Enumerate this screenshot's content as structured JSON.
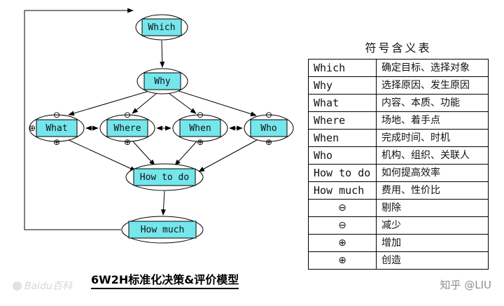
{
  "caption": "6W2H标准化决策&评价模型",
  "watermarks": {
    "left": "Baidu百科",
    "right": "知乎 @LIU"
  },
  "colors": {
    "node_fill": "#74E6EC",
    "line": "#000000"
  },
  "symbols": {
    "minus": "⊖",
    "plus": "⊕"
  },
  "nodes": {
    "which": "Which",
    "why": "Why",
    "what": "What",
    "where": "Where",
    "when": "When",
    "who": "Who",
    "how_to_do": "How to do",
    "how_much": "How much"
  },
  "legend": {
    "title": "符号含义表",
    "rows": [
      {
        "term": "Which",
        "meaning": "确定目标、选择对象"
      },
      {
        "term": "Why",
        "meaning": "选择原因、发生原因"
      },
      {
        "term": "What",
        "meaning": "内容、本质、功能"
      },
      {
        "term": "Where",
        "meaning": "场地、着手点"
      },
      {
        "term": "When",
        "meaning": "完成时间、时机"
      },
      {
        "term": "Who",
        "meaning": "机构、组织、关联人"
      },
      {
        "term": "How to do",
        "meaning": "如何提高效率"
      },
      {
        "term": "How much",
        "meaning": "费用、性价比"
      },
      {
        "term": "⊖",
        "meaning": "剔除"
      },
      {
        "term": "⊖",
        "meaning": "减少"
      },
      {
        "term": "⊕",
        "meaning": "增加"
      },
      {
        "term": "⊕",
        "meaning": "创造"
      }
    ]
  }
}
